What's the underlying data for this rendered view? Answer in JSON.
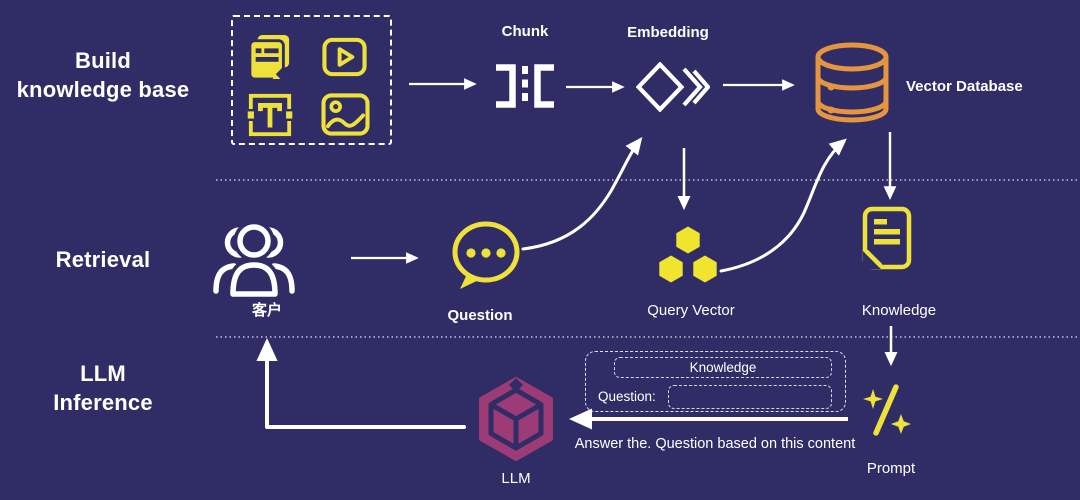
{
  "colors": {
    "background": "#302D66",
    "icon_yellow": "#EDE13A",
    "database_orange": "#E5953F",
    "llm_magenta": "#9C3B75",
    "line_white": "#FFFFFF",
    "divider_dotted": "#C9CBE8"
  },
  "sections": {
    "build": {
      "line1": "Build",
      "line2": "knowledge base"
    },
    "retrieval": {
      "label": "Retrieval"
    },
    "llm_inference": {
      "line1": "LLM",
      "line2": "Inference"
    }
  },
  "nodes": {
    "chunk": {
      "label": "Chunk"
    },
    "embedding": {
      "label": "Embedding"
    },
    "vector_database": {
      "label": "Vector Database"
    },
    "customer": {
      "label": "客户"
    },
    "question": {
      "label": "Question"
    },
    "query_vector": {
      "label": "Query Vector"
    },
    "knowledge": {
      "label": "Knowledge"
    },
    "llm": {
      "label": "LLM"
    },
    "prompt": {
      "label": "Prompt"
    }
  },
  "prompt_box": {
    "knowledge_slot": "Knowledge",
    "question_label": "Question:",
    "instruction": "Answer the. Question based on this content"
  },
  "icons": {
    "sources": [
      "notes-icon",
      "video-icon",
      "text-icon",
      "image-icon"
    ],
    "chunk": "split-brackets-icon",
    "embedding": "diamond-chevrons-icon",
    "vector_database": "database-cylinder-icon",
    "customer": "user-group-icon",
    "question": "chat-bubble-icon",
    "query_vector": "hexagon-cluster-icon",
    "knowledge": "document-icon",
    "llm": "cube-hexagon-icon",
    "prompt": "sparkle-wand-icon"
  }
}
